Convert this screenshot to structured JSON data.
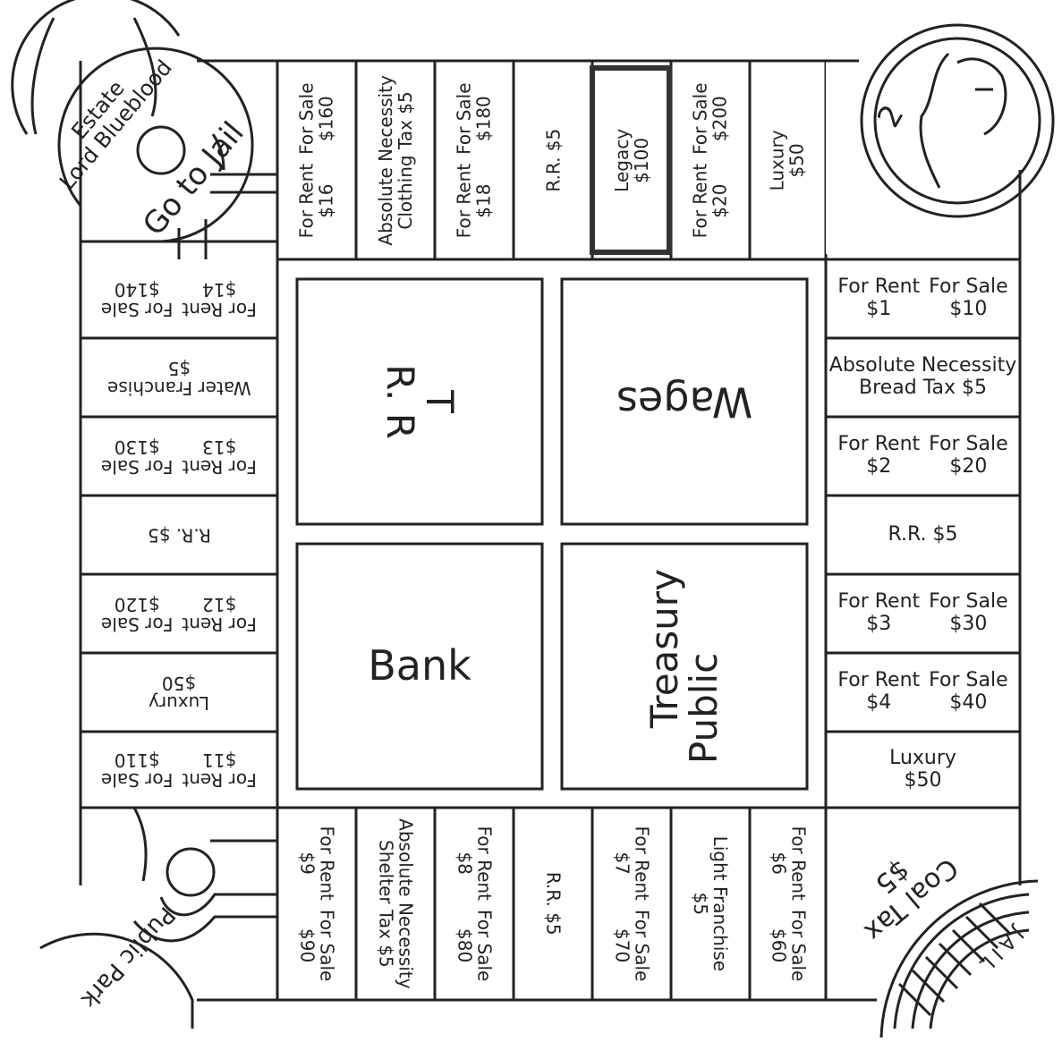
{
  "corners": {
    "top_left": {
      "line1": "Lord Blueblood",
      "line2": "Estate",
      "go_to_jail": "Go to Jail"
    },
    "top_right": {
      "number": "2"
    },
    "bottom_left": {
      "label": "Public Park"
    },
    "bottom_right": {
      "coal_tax": "Coal Tax",
      "coal_tax_amount": "$5",
      "jail": "JAIL"
    }
  },
  "top_row": [
    {
      "type": "property",
      "rent_label": "For Rent",
      "rent": "$16",
      "sale_label": "For Sale",
      "sale": "$160"
    },
    {
      "type": "text",
      "lines": [
        "Absolute Necessity",
        "Clothing Tax $5"
      ]
    },
    {
      "type": "property",
      "rent_label": "For Rent",
      "rent": "$18",
      "sale_label": "For Sale",
      "sale": "$180"
    },
    {
      "type": "text",
      "lines": [
        "R.R. $5"
      ]
    },
    {
      "type": "text",
      "lines": [
        "Legacy",
        "$100"
      ]
    },
    {
      "type": "property",
      "rent_label": "For Rent",
      "rent": "$20",
      "sale_label": "For Sale",
      "sale": "$200"
    },
    {
      "type": "text",
      "lines": [
        "Luxury",
        "$50"
      ]
    }
  ],
  "right_col": [
    {
      "type": "property",
      "rent_label": "For Rent",
      "rent": "$1",
      "sale_label": "For Sale",
      "sale": "$10"
    },
    {
      "type": "text",
      "lines": [
        "Absolute Necessity",
        "Bread Tax $5"
      ]
    },
    {
      "type": "property",
      "rent_label": "For Rent",
      "rent": "$2",
      "sale_label": "For Sale",
      "sale": "$20"
    },
    {
      "type": "text",
      "lines": [
        "R.R. $5"
      ]
    },
    {
      "type": "property",
      "rent_label": "For Rent",
      "rent": "$3",
      "sale_label": "For Sale",
      "sale": "$30"
    },
    {
      "type": "property",
      "rent_label": "For Rent",
      "rent": "$4",
      "sale_label": "For Sale",
      "sale": "$40"
    },
    {
      "type": "text",
      "lines": [
        "Luxury",
        "$50"
      ]
    }
  ],
  "bottom_row": [
    {
      "type": "property",
      "rent_label": "For Rent",
      "rent": "$9",
      "sale_label": "For Sale",
      "sale": "$90"
    },
    {
      "type": "text",
      "lines": [
        "Absolute Necessity",
        "Shelter Tax $5"
      ]
    },
    {
      "type": "property",
      "rent_label": "For Rent",
      "rent": "$8",
      "sale_label": "For Sale",
      "sale": "$80"
    },
    {
      "type": "text",
      "lines": [
        "R.R. $5"
      ]
    },
    {
      "type": "property",
      "rent_label": "For Rent",
      "rent": "$7",
      "sale_label": "For Sale",
      "sale": "$70"
    },
    {
      "type": "text",
      "lines": [
        "Light Franchise",
        "$5"
      ]
    },
    {
      "type": "property",
      "rent_label": "For Rent",
      "rent": "$6",
      "sale_label": "For Sale",
      "sale": "$60"
    }
  ],
  "left_col": [
    {
      "type": "property",
      "rent_label": "For Rent",
      "rent": "$14",
      "sale_label": "For Sale",
      "sale": "$140"
    },
    {
      "type": "text",
      "lines": [
        "Water Franchise",
        "$5"
      ]
    },
    {
      "type": "property",
      "rent_label": "For Rent",
      "rent": "$13",
      "sale_label": "For Sale",
      "sale": "$130"
    },
    {
      "type": "text",
      "lines": [
        "R.R. $5"
      ]
    },
    {
      "type": "property",
      "rent_label": "For Rent",
      "rent": "$12",
      "sale_label": "For Sale",
      "sale": "$120"
    },
    {
      "type": "text",
      "lines": [
        "Luxury",
        "$50"
      ]
    },
    {
      "type": "property",
      "rent_label": "For Rent",
      "rent": "$11",
      "sale_label": "For Sale",
      "sale": "$110"
    }
  ],
  "center": {
    "rr_box": {
      "line1": "T",
      "line2": "R. R"
    },
    "wages": "Wages",
    "bank": "Bank",
    "treasury": {
      "line1": "Public",
      "line2": "Treasury"
    }
  }
}
